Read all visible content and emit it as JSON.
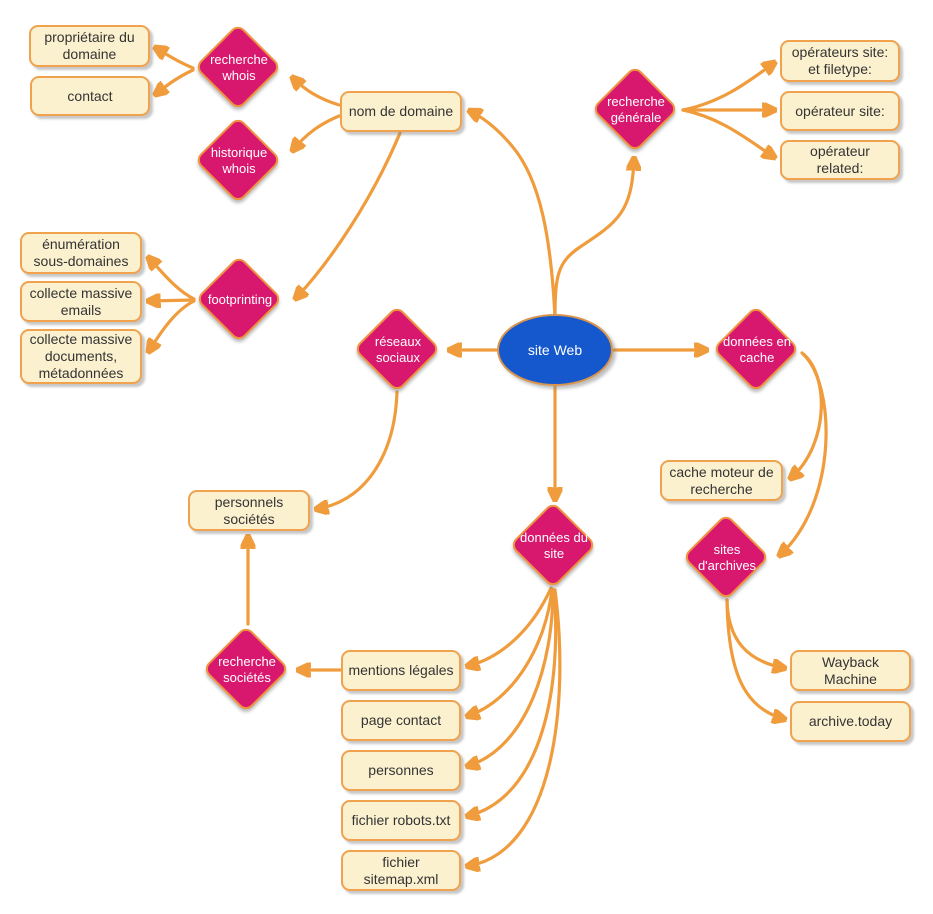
{
  "center": {
    "label": "site Web"
  },
  "colors": {
    "diamond_fill": "#d8186f",
    "diamond_border": "#ef9440",
    "box_fill": "#fcf1cf",
    "box_border": "#f0a24f",
    "arrow": "#f09c3c",
    "center_fill": "#1557cd",
    "box_text": "#333333",
    "diamond_text": "#ffffff"
  },
  "diamonds": [
    {
      "id": "recherche-whois",
      "label": "recherche whois"
    },
    {
      "id": "historique-whois",
      "label": "historique whois"
    },
    {
      "id": "footprinting",
      "label": "footprinting"
    },
    {
      "id": "reseaux-sociaux",
      "label": "réseaux sociaux"
    },
    {
      "id": "recherche-generale",
      "label": "recherche générale"
    },
    {
      "id": "donnees-en-cache",
      "label": "données en cache"
    },
    {
      "id": "donnees-du-site",
      "label": "données du site"
    },
    {
      "id": "sites-d-archives",
      "label": "sites d'archives"
    },
    {
      "id": "recherche-societes",
      "label": "recherche sociétés"
    }
  ],
  "boxes": [
    {
      "id": "proprietaire-du-domaine",
      "label": "propriétaire du domaine"
    },
    {
      "id": "contact",
      "label": "contact"
    },
    {
      "id": "nom-de-domaine",
      "label": "nom de domaine"
    },
    {
      "id": "enumeration-sous-domaines",
      "label": "énumération sous-domaines"
    },
    {
      "id": "collecte-massive-emails",
      "label": "collecte massive emails"
    },
    {
      "id": "collecte-massive-documents",
      "label": "collecte massive documents, métadonnées"
    },
    {
      "id": "operateurs-site-et-filetype",
      "label": "opérateurs site: et filetype:"
    },
    {
      "id": "operateur-site",
      "label": "opérateur site:"
    },
    {
      "id": "operateur-related",
      "label": "opérateur related:"
    },
    {
      "id": "cache-moteur-de-recherche",
      "label": "cache moteur de recherche"
    },
    {
      "id": "personnels-societes",
      "label": "personnels sociétés"
    },
    {
      "id": "mentions-legales",
      "label": "mentions légales"
    },
    {
      "id": "page-contact",
      "label": "page contact"
    },
    {
      "id": "personnes",
      "label": "personnes"
    },
    {
      "id": "fichier-robots-txt",
      "label": "fichier robots.txt"
    },
    {
      "id": "fichier-sitemap-xml",
      "label": "fichier sitemap.xml"
    },
    {
      "id": "wayback-machine",
      "label": "Wayback Machine"
    },
    {
      "id": "archive-today",
      "label": "archive.today"
    }
  ],
  "edges": [
    {
      "from": "site Web",
      "to": "réseaux sociaux"
    },
    {
      "from": "site Web",
      "to": "données en cache"
    },
    {
      "from": "site Web",
      "to": "données du site"
    },
    {
      "from": "site Web",
      "to": "recherche générale"
    },
    {
      "from": "site Web",
      "to": "nom de domaine"
    },
    {
      "from": "nom de domaine",
      "to": "recherche whois"
    },
    {
      "from": "nom de domaine",
      "to": "historique whois"
    },
    {
      "from": "nom de domaine",
      "to": "footprinting"
    },
    {
      "from": "recherche whois",
      "to": "propriétaire du domaine"
    },
    {
      "from": "recherche whois",
      "to": "contact"
    },
    {
      "from": "recherche générale",
      "to": "opérateurs site: et filetype:"
    },
    {
      "from": "recherche générale",
      "to": "opérateur site:"
    },
    {
      "from": "recherche générale",
      "to": "opérateur related:"
    },
    {
      "from": "footprinting",
      "to": "énumération sous-domaines"
    },
    {
      "from": "footprinting",
      "to": "collecte massive emails"
    },
    {
      "from": "footprinting",
      "to": "collecte massive documents, métadonnées"
    },
    {
      "from": "réseaux sociaux",
      "to": "personnels sociétés"
    },
    {
      "from": "recherche sociétés",
      "to": "personnels sociétés"
    },
    {
      "from": "mentions légales",
      "to": "recherche sociétés"
    },
    {
      "from": "données du site",
      "to": "mentions légales"
    },
    {
      "from": "données du site",
      "to": "page contact"
    },
    {
      "from": "données du site",
      "to": "personnes"
    },
    {
      "from": "données du site",
      "to": "fichier robots.txt"
    },
    {
      "from": "données du site",
      "to": "fichier sitemap.xml"
    },
    {
      "from": "données en cache",
      "to": "cache moteur de recherche"
    },
    {
      "from": "données en cache",
      "to": "sites d'archives"
    },
    {
      "from": "sites d'archives",
      "to": "Wayback Machine"
    },
    {
      "from": "sites d'archives",
      "to": "archive.today"
    }
  ]
}
